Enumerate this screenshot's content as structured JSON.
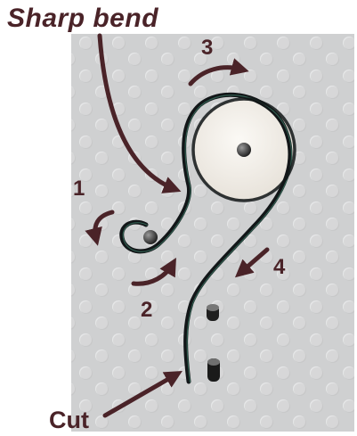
{
  "annotations": {
    "title": "Sharp bend",
    "cut": "Cut",
    "step1": "1",
    "step2": "2",
    "step3": "3",
    "step4": "4"
  },
  "colors": {
    "annotation": "#4a2328",
    "pegboard": "#cfd0d1",
    "wire": "#151a1c",
    "jig_disk": "#f2efea"
  }
}
